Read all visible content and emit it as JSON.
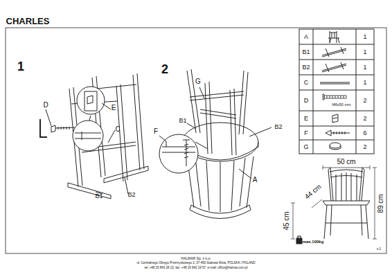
{
  "diagram": {
    "title": "CHARLES",
    "labels": [
      "1",
      "D",
      "E",
      "C",
      "B1",
      "B2",
      "2",
      "G",
      "B1",
      "B2",
      "F",
      "A",
      "A",
      "1",
      "B1",
      "1",
      "B2",
      "1",
      "C",
      "1",
      "D",
      "M6x50 mm",
      "2",
      "E",
      "2",
      "F",
      "6",
      "G",
      "2",
      "50 cm",
      "44 cm",
      "89 cm",
      "45 cm",
      "max.100kg",
      "v.1",
      "HALMAR Sp. z o.o.",
      "ul. Centralnego Okręgu Przemysłowego 2, 37-450 Stalowa Wola, POLSKA / POLAND",
      "tel. +48 15 843 28 10, fax: +48 15 842 19 57, e-mail: office@halmar.com.pl"
    ]
  }
}
